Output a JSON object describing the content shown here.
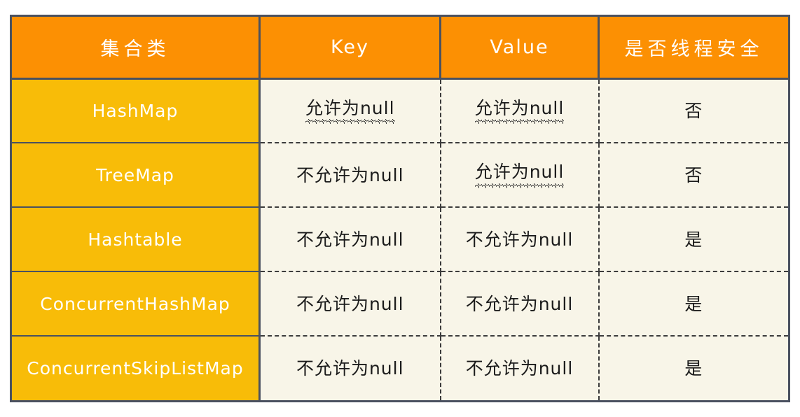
{
  "table": {
    "headers": [
      {
        "label": "集合类",
        "lang": "cn"
      },
      {
        "label": "Key",
        "lang": "en"
      },
      {
        "label": "Value",
        "lang": "en"
      },
      {
        "label": "是否线程安全",
        "lang": "cn"
      }
    ],
    "rows": [
      {
        "name": "HashMap",
        "key": {
          "text": "允许为null",
          "wavy": true
        },
        "value": {
          "text": "允许为null",
          "wavy": true
        },
        "thread_safe": "否"
      },
      {
        "name": "TreeMap",
        "key": {
          "text": "不允许为null",
          "wavy": false
        },
        "value": {
          "text": "允许为null",
          "wavy": true
        },
        "thread_safe": "否"
      },
      {
        "name": "Hashtable",
        "key": {
          "text": "不允许为null",
          "wavy": false
        },
        "value": {
          "text": "不允许为null",
          "wavy": false
        },
        "thread_safe": "是"
      },
      {
        "name": "ConcurrentHashMap",
        "key": {
          "text": "不允许为null",
          "wavy": false
        },
        "value": {
          "text": "不允许为null",
          "wavy": false
        },
        "thread_safe": "是"
      },
      {
        "name": "ConcurrentSkipListMap",
        "key": {
          "text": "不允许为null",
          "wavy": false
        },
        "value": {
          "text": "不允许为null",
          "wavy": false
        },
        "thread_safe": "是"
      }
    ]
  },
  "colors": {
    "header_bg": "#fc9003",
    "name_cell_bg": "#f8bc08",
    "data_cell_bg": "#f8f5e8",
    "border": "#4a5160",
    "dashed_border": "#3b3b3b",
    "header_text": "#ffffff",
    "name_text": "#ffffff",
    "data_text": "#1b1b1b",
    "page_bg": "#ffffff"
  }
}
